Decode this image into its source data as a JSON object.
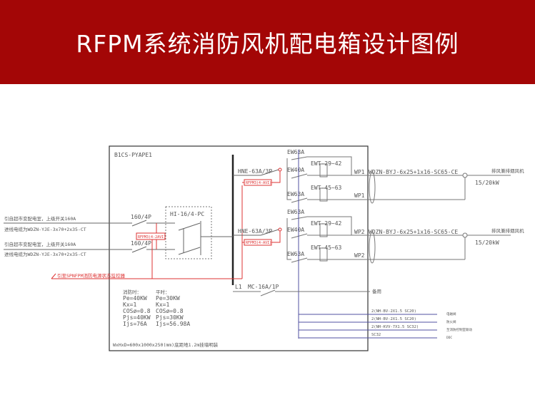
{
  "title": "RFPM系统消防风机配电箱设计图例",
  "colors": {
    "banner": "#a30606",
    "control": "#dd3333",
    "signal": "#5050a0"
  },
  "diagram": {
    "box_name": "B1CS-PYAPE1",
    "incoming": [
      {
        "line1": "引自超市变配电室，上级开关160A",
        "line2": "进线电缆为WDZN-YJE-3x70+2x35-CT",
        "breaker": "160/4P"
      },
      {
        "line1": "引自超市变配电室，上级开关160A",
        "line2": "进线电缆为WDZN-YJE-3x70+2x35-CT",
        "breaker": "160/4P"
      }
    ],
    "ats": "HI-16/4-PC",
    "ats_monitor": "RFPM3(4-2AVI)",
    "monitor_line": "引至SPNFPM消防电源状态监控器",
    "branches": [
      {
        "breaker": "HNE-63A/3P",
        "monitor": "RFPM3(4-AVI)",
        "ew_top": "EW63A",
        "ew_mid": "EW40A",
        "ew_bot": "EW63A",
        "ewt1": "EWT-29~42",
        "ewt2": "EWT-45~63",
        "circuit": "WP1",
        "circuit2": "WP1",
        "cable": "WDZN-BYJ-6x25+1x16-SC65-CE",
        "load": "排风兼排烟风机",
        "power": "15/20kW"
      },
      {
        "breaker": "HNE-63A/3P",
        "monitor": "RFPM3(4-AVI)",
        "ew_top": "EW63A",
        "ew_mid": "EW40A",
        "ew_bot": "EW63A",
        "ewt1": "EWT-29~42",
        "ewt2": "EWT-45~63",
        "circuit": "WP2",
        "circuit2": "WP2",
        "cable": "WDZN-BYJ-6x25+1x16-SC65-CE",
        "load": "排风兼排烟风机",
        "power": "15/20kW"
      }
    ],
    "spare": {
      "phase": "L1",
      "breaker": "MC-16A/1P",
      "label": "备用"
    },
    "signals": [
      {
        "cable": "2(NH-BV-2X1.5 SC20)",
        "target": "电磁阀"
      },
      {
        "cable": "2(NH-BV-2X1.5 SC20)",
        "target": "防火阀"
      },
      {
        "cable": "2(NH-KVV-7X1.5 SC32)",
        "target": "至消防控制室联动"
      },
      {
        "cable": "SC32",
        "target": "DDC"
      }
    ],
    "params": {
      "fire_title": "消防时：",
      "fire": [
        "Pe=40KW",
        "Kx=1",
        "COSø=0.8",
        "Pjs=40KW",
        "Ijs=76A"
      ],
      "normal_title": "平时：",
      "normal": [
        "Pe=30KW",
        "Kx=1",
        "COSø=0.8",
        "Pjs=30KW",
        "Ijs=56.98A"
      ]
    },
    "box_note": "WxHxD=600x1000x250(mm)底距地1.2m挂墙明装"
  }
}
